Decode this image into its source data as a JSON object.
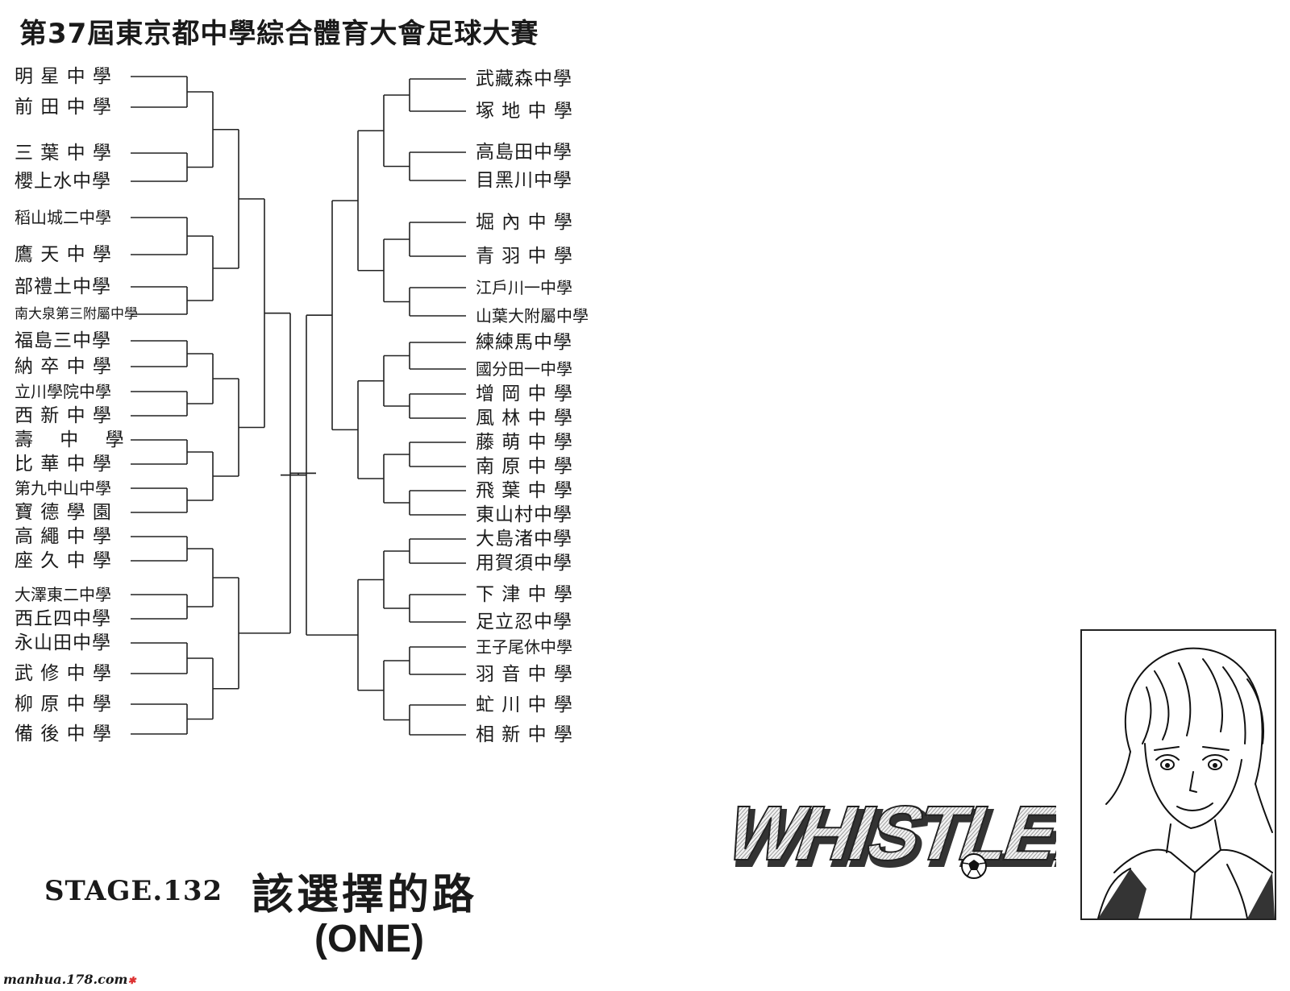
{
  "tournament_title": "第37屆東京都中學綜合體育大會足球大賽",
  "left_teams": [
    "明 星 中 學",
    "前 田 中 學",
    "三 葉 中 學",
    "櫻上水中學",
    "稻山城二中學",
    "鷹 天 中 學",
    "部禮土中學",
    "南大泉第三附屬中學",
    "福島三中學",
    "納 卒 中 學",
    "立川學院中學",
    "西 新 中 學",
    "壽　 中　 學",
    "比 華 中 學",
    "第九中山中學",
    "寶 德 學 園",
    "高 繩 中 學",
    "座 久 中 學",
    "大澤東二中學",
    "西丘四中學",
    "永山田中學",
    "武 修 中 學",
    "柳 原 中 學",
    "備 後 中 學"
  ],
  "right_teams": [
    "武藏森中學",
    "塚 地 中 學",
    "高島田中學",
    "目黑川中學",
    "堀 內 中 學",
    "青 羽 中 學",
    "江戶川一中學",
    "山葉大附屬中學",
    "練練馬中學",
    "國分田一中學",
    "增 岡 中 學",
    "風 林 中 學",
    "藤 萌 中 學",
    "南 原 中 學",
    "飛 葉 中 學",
    "東山村中學",
    "大島渚中學",
    "用賀須中學",
    "下 津 中 學",
    "足立忍中學",
    "王子尾休中學",
    "羽 音 中 學",
    "虻 川 中 學",
    "相 新 中 學"
  ],
  "stage_label": "STAGE.132",
  "chapter_title": "該選擇的路",
  "chapter_subtitle": "(ONE)",
  "logo_text": "WHISTLE!",
  "watermark": "manhua.178.com"
}
